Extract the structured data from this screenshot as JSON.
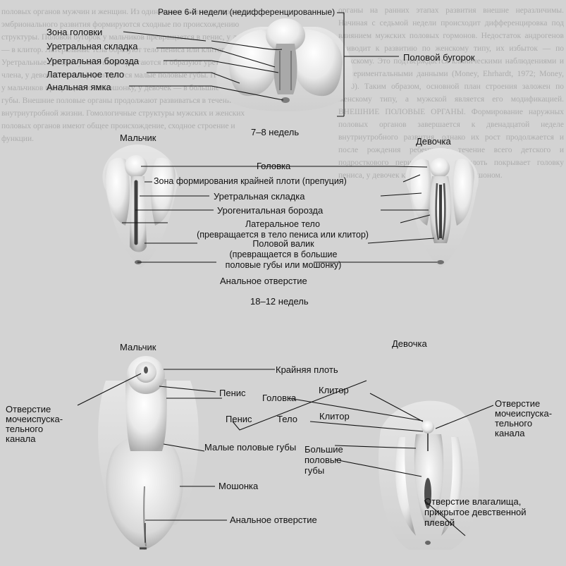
{
  "labels": {
    "stage1_title": "Ранее 6-й недели (недифференцированные)",
    "stage1_glans_zone": "Зона головки",
    "stage1_urethral_fold": "Уретральная складка",
    "stage1_urethral_groove": "Уретральная борозда",
    "stage1_lateral_body": "Латеральное тело",
    "stage1_anal_pit": "Анальная ямка",
    "stage1_genital_tubercle": "Половой бугорок",
    "stage2_title": "7–8 недель",
    "boy": "Мальчик",
    "girl": "Девочка",
    "stage2_glans": "Головка",
    "stage2_prepuce_zone": "Зона формирования крайней плоти (препуция)",
    "stage2_urethral_fold": "Уретральная складка",
    "stage2_urogenital_groove": "Урогенитальная борозда",
    "stage2_lateral_body_1": "Латеральное тело",
    "stage2_lateral_body_2": "(превращается в тело пениса или клитор)",
    "stage2_genital_ridge_1": "Половой валик",
    "stage2_genital_ridge_2": "(превращается в большие",
    "stage2_genital_ridge_3": "половые губы или мошонку)",
    "stage2_anus": "Анальное отверстие",
    "stage3_title": "18–12 недель",
    "boy3": "Мальчик",
    "girl3": "Девочка",
    "foreskin": "Крайняя плоть",
    "penis_1": "Пенис",
    "glans3": "Головка",
    "clitoris_1": "Клитор",
    "urethral_opening_m_1": "Отверстие",
    "urethral_opening_m_2": "мочеиспуска-",
    "urethral_opening_m_3": "тельного",
    "urethral_opening_m_4": "канала",
    "penis_2": "Пенис",
    "body3": "Тело",
    "clitoris_2": "Клитор",
    "urethral_opening_f_1": "Отверстие",
    "urethral_opening_f_2": "мочеиспуска-",
    "urethral_opening_f_3": "тельного",
    "urethral_opening_f_4": "канала",
    "labia_minora": "Малые половые губы",
    "labia_majora_1": "Большие",
    "labia_majora_2": "половые",
    "labia_majora_3": "губы",
    "scrotum": "Мошонка",
    "vaginal_opening_1": "Отверстие влагалища,",
    "vaginal_opening_2": "прикрытое девственной",
    "vaginal_opening_3": "плевой",
    "anus3": "Анальное отверстие"
  },
  "background_text": {
    "left": "половых органов мужчин и женщин. Из одинаковых зачатков в процессе эмбрионального развития формируются сходные по происхождению структуры. Половой бугорок у мальчиков превращается в пенис, у девочек — в клитор. Латеральные тела образуют тело пениса или клитора. Уретральные складки у мальчиков срастаются и образуют уретру полового члена, у девочек из них формируются малые половые губы. Половые валики у мальчиков превращаются в мошонку, у девочек — в большие половые губы. Внешние половые органы продолжают развиваться в течение всей внутриутробной жизни. Гомологичные структуры мужских и женских половых органов имеют общее происхождение, сходное строение и функции.",
    "right": "органы на ранних этапах развития внешне неразличимы. Начиная с седьмой недели происходит дифференцировка под влиянием мужских половых гормонов. Недостаток андрогенов приводит к развитию по женскому типу, их избыток — по мужскому. Это подтверждается клиническими наблюдениями и экспериментальными данными (Money, Ehrhardt, 1972; Money, 1980). Таким образом, основной план строения заложен по женскому типу, а мужской является его модификацией. ВНЕШНИЕ ПОЛОВЫЕ ОРГАНЫ. Формирование наружных половых органов завершается к двенадцатой неделе внутриутробного развития, однако их рост продолжается и после рождения ребенка в течение всего детского и подросткового периода. Крайняя плоть покрывает головку пениса, у девочек клитор прикрыт капюшоном."
  }
}
